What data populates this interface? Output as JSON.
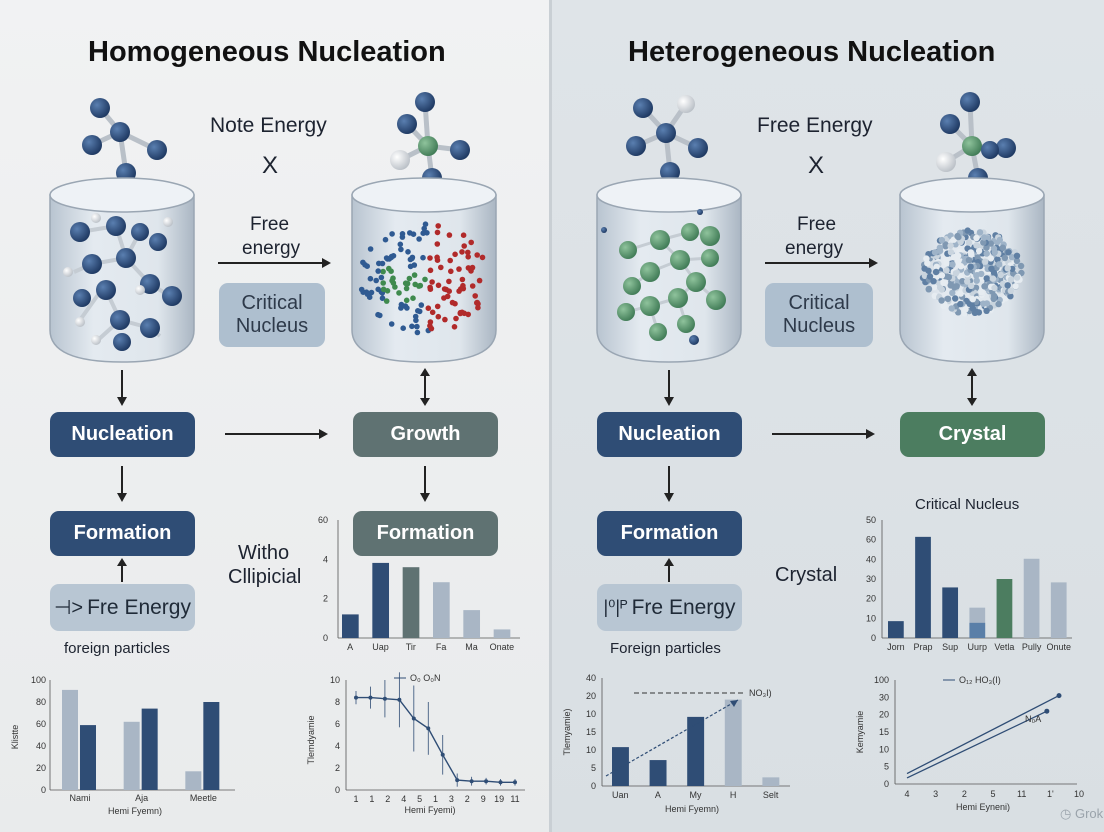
{
  "left": {
    "title": "Homogeneous Nucleation",
    "top_energy_label": "Note Energy",
    "x_mark": "X",
    "arrow_label_1": "Free",
    "arrow_label_2": "energy",
    "critical_1": "Critical",
    "critical_2": "Nucleus",
    "nucleation": "Nucleation",
    "growth": "Growth",
    "formation_left": "Formation",
    "formation_right": "Formation",
    "mid_text_1": "Witho",
    "mid_text_2": "Cllipicial",
    "free_energy": "Fre Energy",
    "foreign": "foreign particles"
  },
  "right": {
    "title": "Heterogeneous Nucleation",
    "top_energy_label": "Free Energy",
    "x_mark": "X",
    "arrow_label_1": "Free",
    "arrow_label_2": "energy",
    "critical_1": "Critical",
    "critical_2": "Nucleus",
    "nucleation": "Nucleation",
    "crystal_box": "Crystal",
    "formation": "Formation",
    "crystal_text": "Crystal",
    "critical_nucleus_text": "Critical Nucleus",
    "free_energy": "Fre Energy",
    "foreign": "Foreign particles"
  },
  "chart_data": [
    {
      "type": "bar",
      "id": "left-mid-bar",
      "yticks": [
        "60",
        "4",
        "2",
        "0"
      ],
      "categories": [
        "A",
        "Uap",
        "Tir",
        "Fa",
        "Ma",
        "Onate"
      ],
      "values": [
        1.1,
        3.5,
        3.3,
        2.6,
        1.3,
        0.4
      ],
      "colors": [
        "#2f4d75",
        "#2f4d75",
        "#5f7272",
        "#a9b6c5",
        "#a9b6c5",
        "#a9b6c5"
      ],
      "ylim": [
        0,
        5.5
      ]
    },
    {
      "type": "bar",
      "id": "left-bottom-bar",
      "ylabel": "Klistte",
      "xlabel": "Hemi Fyemn)",
      "yticks": [
        "100",
        "80",
        "60",
        "40",
        "20",
        "0"
      ],
      "categories": [
        "Nami",
        "Aja",
        "Meetle"
      ],
      "series": [
        {
          "values": [
            91,
            62,
            17
          ],
          "color": "#a9b6c5"
        },
        {
          "values": [
            59,
            74,
            80
          ],
          "color": "#2f4d75"
        }
      ],
      "ylim": [
        0,
        100
      ]
    },
    {
      "type": "line",
      "id": "left-bottom-line",
      "ylabel": "Tlemdyamie",
      "xlabel": "Hemi Fyemi)",
      "legend": "O₀ O₀N",
      "yticks": [
        "10",
        "8",
        "6",
        "4",
        "2",
        "0"
      ],
      "xticks": [
        "1",
        "1",
        "2",
        "4",
        "5",
        "1",
        "3",
        "2",
        "9",
        "19",
        "11"
      ],
      "values": [
        8.4,
        8.4,
        8.3,
        8.2,
        6.5,
        5.6,
        3.2,
        0.9,
        0.8,
        0.8,
        0.7,
        0.7
      ],
      "errors": [
        0.6,
        1.0,
        1.7,
        2.5,
        3.0,
        2.4,
        1.8,
        0.6,
        0.4,
        0.3,
        0.3,
        0.3
      ],
      "ylim": [
        0,
        10
      ]
    },
    {
      "type": "bar",
      "id": "right-mid-bar",
      "yticks": [
        "50",
        "60",
        "40",
        "30",
        "20",
        "10",
        "0"
      ],
      "categories": [
        "Jorn",
        "Prap",
        "Sup",
        "Uurp",
        "Vetla",
        "Pully",
        "Onute"
      ],
      "values": [
        10,
        60,
        30,
        18,
        35,
        47,
        33
      ],
      "secondary": [
        0,
        0,
        0,
        9,
        0,
        0,
        0
      ],
      "colors": [
        "#2f4d75",
        "#2f4d75",
        "#2f4d75",
        "#a9b6c5",
        "#4c7d60",
        "#a9b6c5",
        "#a9b6c5"
      ],
      "ylim": [
        0,
        70
      ]
    },
    {
      "type": "bar",
      "id": "right-bottom-bar",
      "ylabel": "Tlemyamie)",
      "xlabel": "Hemi Fyemn)",
      "legend": "NO₃I)",
      "yticks": [
        "40",
        "20",
        "10",
        "15",
        "10",
        "5",
        "0"
      ],
      "categories": [
        "Uan",
        "A",
        "My",
        "H",
        "Selt"
      ],
      "values": [
        9,
        6,
        16,
        20,
        2
      ],
      "colors": [
        "#2f4d75",
        "#2f4d75",
        "#2f4d75",
        "#a9b6c5",
        "#a9b6c5"
      ],
      "ylim": [
        0,
        25
      ]
    },
    {
      "type": "line",
      "id": "right-bottom-line",
      "ylabel": "Kemyamie",
      "xlabel": "Hemi Eyneni)",
      "legend": "O₁₂ HO₃(I)",
      "annotation": "N₀A",
      "yticks": [
        "100",
        "30",
        "20",
        "15",
        "10",
        "5",
        "0"
      ],
      "xticks": [
        "4",
        "3",
        "2",
        "5",
        "11",
        "1'",
        "10"
      ],
      "series": [
        {
          "values": [
            [
              0,
              0.6
            ],
            [
              1,
              5.1
            ]
          ]
        },
        {
          "values": [
            [
              0,
              0.35
            ],
            [
              0.92,
              4.2
            ]
          ]
        }
      ],
      "ylim": [
        0,
        6
      ]
    }
  ]
}
